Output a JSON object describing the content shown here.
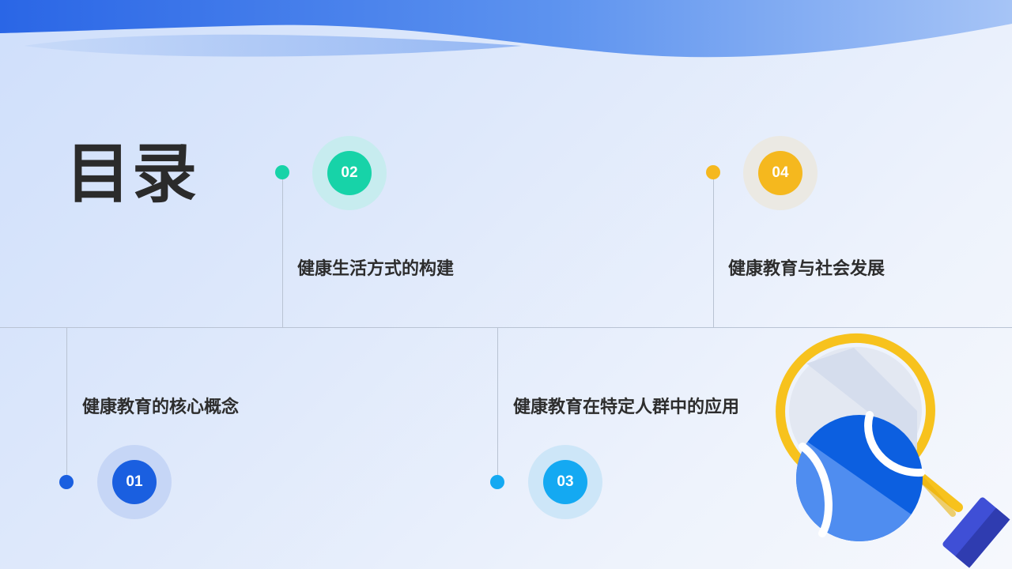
{
  "title": "目录",
  "items": [
    {
      "number": "01",
      "label": "健康教育的核心概念",
      "color": "#1a5fe0",
      "halo": "#c6d6f6"
    },
    {
      "number": "02",
      "label": "健康生活方式的构建",
      "color": "#17d3a8",
      "halo": "#c7ecef"
    },
    {
      "number": "03",
      "label": "健康教育在特定人群中的应用",
      "color": "#14a9f2",
      "halo": "#cde6f8"
    },
    {
      "number": "04",
      "label": "健康教育与社会发展",
      "color": "#f5b81e",
      "halo": "#ebe9e3"
    }
  ],
  "colors": {
    "wave_dark": "#2f6fe8",
    "wave_light": "#a9c6f7",
    "timeline": "#b9c3d3",
    "racket_frame": "#f7c21d",
    "ball_dark": "#0c5fe0",
    "ball_light": "#4f8df0",
    "handle": "#3f4fd6"
  },
  "icons": [
    "tennis-racket-icon",
    "tennis-ball-icon"
  ]
}
